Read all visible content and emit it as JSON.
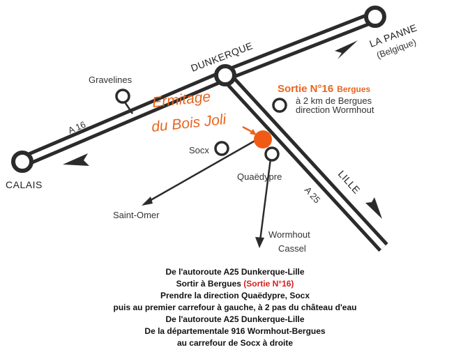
{
  "map": {
    "title_line1": "Ermitage",
    "title_line2": "du Bois Joli",
    "roads": {
      "a16": "A 16",
      "a25": "A 25",
      "dunkerque": "DUNKERQUE",
      "lille": "LILLE",
      "la_panne": "LA PANNE",
      "belgique": "(Belgique)",
      "calais": "CALAIS"
    },
    "places": {
      "gravelines": "Gravelines",
      "socx": "Socx",
      "quaedypre": "Quaëdypre",
      "saint_omer": "Saint-Omer",
      "wormhout": "Wormhout",
      "cassel": "Cassel"
    },
    "exit": {
      "title": "Sortie N°16",
      "town": "Bergues",
      "line1": "à 2 km de Bergues",
      "line2": "direction Wormhout"
    },
    "colors": {
      "road": "#2b2b2b",
      "accent": "#e8651e",
      "marker": "#f05a14"
    }
  },
  "directions": {
    "line1": "De l'autoroute A25 Dunkerque-Lille",
    "line2_prefix": "Sortir à Bergues ",
    "line2_highlight": "(Sortie N°16)",
    "line3": "Prendre la direction Quaëdypre, Socx",
    "line4": "puis au premier carrefour à gauche, à 2 pas du château d'eau",
    "line5": "De l'autoroute A25 Dunkerque-Lille",
    "line6": "De la départementale 916 Wormhout-Bergues",
    "line7": "au carrefour de Socx à droite"
  }
}
